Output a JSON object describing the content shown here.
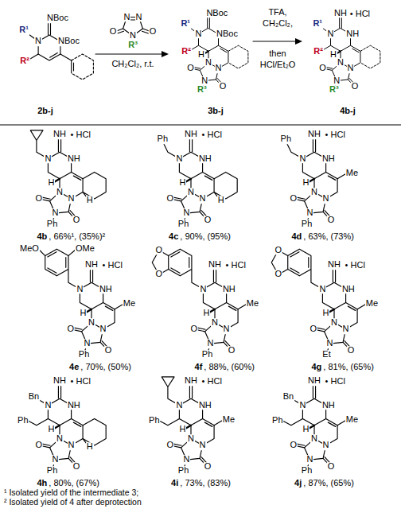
{
  "diagram": {
    "labels": [
      "NBoc",
      "R¹",
      "N",
      "NBoc",
      "R²",
      "2b-j",
      "N",
      "N",
      "O",
      "N",
      "O",
      "R³",
      "CH₂Cl₂, r.t.",
      "NBoc",
      "R¹",
      "N",
      "NBoc",
      "R²",
      "H",
      "N",
      "N",
      "O",
      "N",
      "O",
      "R³",
      "3b-j",
      "TFA,",
      "CH₂Cl₂,",
      "then",
      "HCl/Et₂O",
      "NH",
      "• HCl",
      "R¹",
      "N",
      "NH",
      "R²",
      "H",
      "N",
      "N",
      "O",
      "N",
      "O",
      "R³",
      "4b-j",
      "NH",
      "• HCl",
      "N",
      "NH",
      "H",
      "N",
      "N",
      "H",
      "O",
      "N",
      "O",
      "Ph",
      "4b",
      ", 66%¹, (35%)²",
      "NH",
      "• HCl",
      "Ph",
      "N",
      "NH",
      "H",
      "N",
      "N",
      "H",
      "O",
      "N",
      "O",
      "Ph",
      "4c",
      ", 90%, (95%)",
      "NH",
      "• HCl",
      "Ph",
      "N",
      "NH",
      "H",
      "N",
      "N",
      "Me",
      "O",
      "N",
      "O",
      "Ph",
      "4d",
      ", 63%, (73%)",
      "NH",
      "• HCl",
      "OMe",
      "MeO",
      "N",
      "NH",
      "H",
      "N",
      "N",
      "Me",
      "O",
      "N",
      "O",
      "Ph",
      "4e",
      ", 70%, (50%)",
      "NH",
      "• HCl",
      "O",
      "O",
      "N",
      "NH",
      "H",
      "N",
      "N",
      "Me",
      "O",
      "N",
      "O",
      "Ph",
      "4f",
      ", 88%, (60%)",
      "NH",
      "• HCl",
      "O",
      "O",
      "N",
      "NH",
      "H",
      "N",
      "N",
      "Me",
      "O",
      "N",
      "O",
      "Et",
      "4g",
      ", 81%, (65%)",
      "NH",
      "• HCl",
      "Bn",
      "N",
      "NH",
      "Ph",
      "H",
      "N",
      "N",
      "H",
      "O",
      "N",
      "O",
      "Ph",
      "4h",
      ", 80%, (67%)",
      "NH",
      "• HCl",
      "N",
      "NH",
      "Ph",
      "H",
      "N",
      "N",
      "Me",
      "O",
      "N",
      "O",
      "Ph",
      "4i",
      ", 73%, (83%)",
      "NH",
      "• HCl",
      "Bn",
      "N",
      "NH",
      "Ph",
      "H",
      "N",
      "N",
      "Me",
      "O",
      "N",
      "O",
      "Ph",
      "4j",
      ", 87%, (65%)",
      "¹ Isolated yield of the intermediate 3;",
      "² Isolated yield of 4 after deprotection"
    ]
  }
}
